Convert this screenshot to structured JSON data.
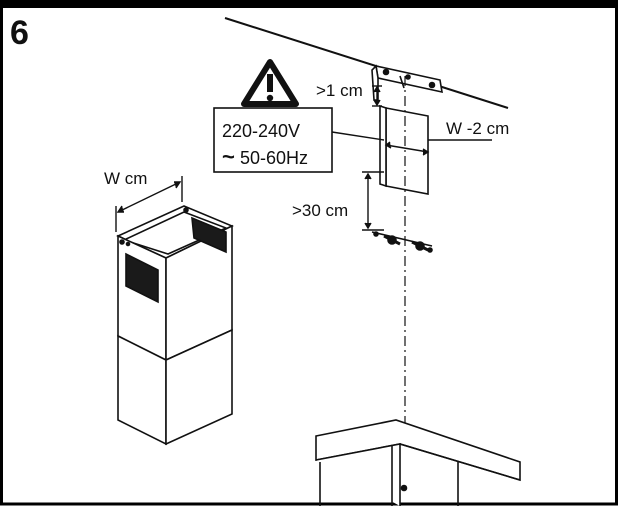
{
  "step_number": "6",
  "labels": {
    "gap_top": ">1 cm",
    "gap_bracket": ">30 cm",
    "chimney_width": "W cm",
    "bracket_width": "W -2 cm"
  },
  "power_warning": {
    "icon": "warning-triangle-icon",
    "voltage": "220-240V",
    "frequency": "50-60Hz",
    "ac_symbol": "~"
  },
  "colors": {
    "ink": "#111111",
    "frame_bar": "#000000",
    "dark_panel": "#1a1a1a"
  }
}
